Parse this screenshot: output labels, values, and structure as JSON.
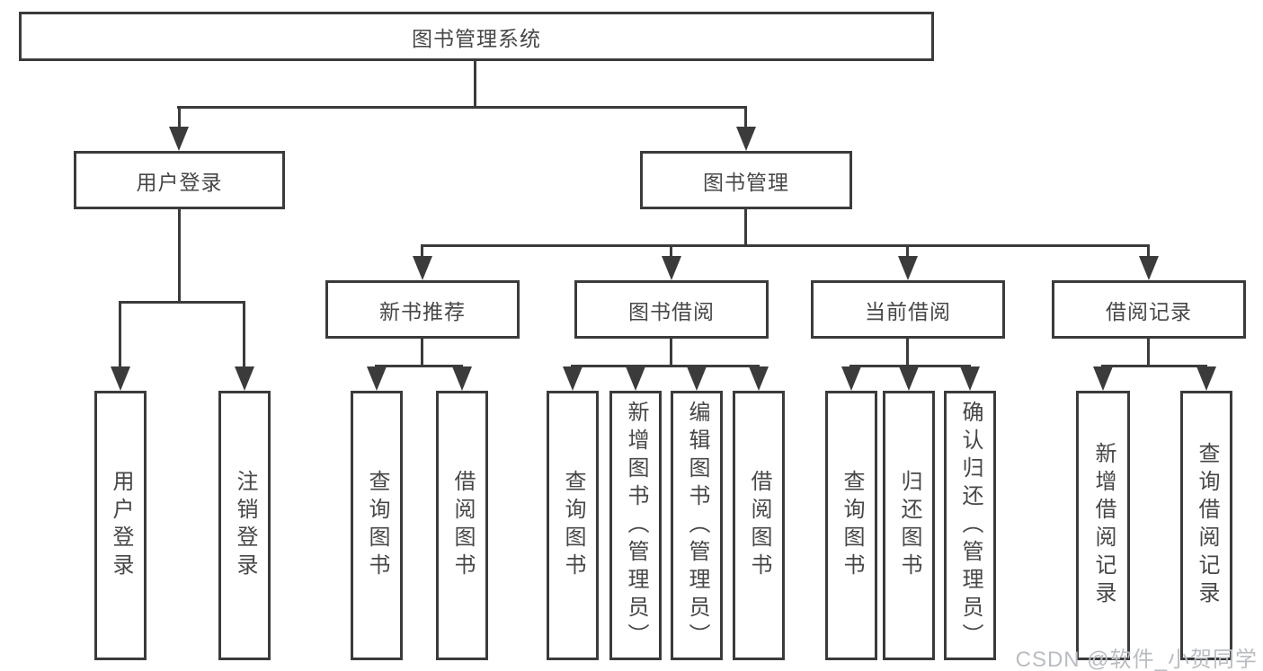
{
  "diagram": {
    "type": "tree",
    "root": {
      "label": "图书管理系统",
      "children": [
        {
          "label": "用户登录",
          "children": [
            {
              "label": "用户登录"
            },
            {
              "label": "注销登录"
            }
          ]
        },
        {
          "label": "图书管理",
          "children": [
            {
              "label": "新书推荐",
              "children": [
                {
                  "label": "查询图书"
                },
                {
                  "label": "借阅图书"
                }
              ]
            },
            {
              "label": "图书借阅",
              "children": [
                {
                  "label": "查询图书"
                },
                {
                  "label": "新增图书（管理员）"
                },
                {
                  "label": "编辑图书（管理员）"
                },
                {
                  "label": "借阅图书"
                }
              ]
            },
            {
              "label": "当前借阅",
              "children": [
                {
                  "label": "查询图书"
                },
                {
                  "label": "归还图书"
                },
                {
                  "label": "确认归还（管理员）"
                }
              ]
            },
            {
              "label": "借阅记录",
              "children": [
                {
                  "label": "新增借阅记录"
                },
                {
                  "label": "查询借阅记录"
                }
              ]
            }
          ]
        }
      ]
    }
  },
  "watermark": {
    "text": "CSDN @软件_小贺同学"
  },
  "colors": {
    "line": "#3b3b3b",
    "node_border": "#3b3b3b",
    "node_text": "#474747",
    "background": "#ffffff",
    "watermark": "#b9bdc2"
  }
}
